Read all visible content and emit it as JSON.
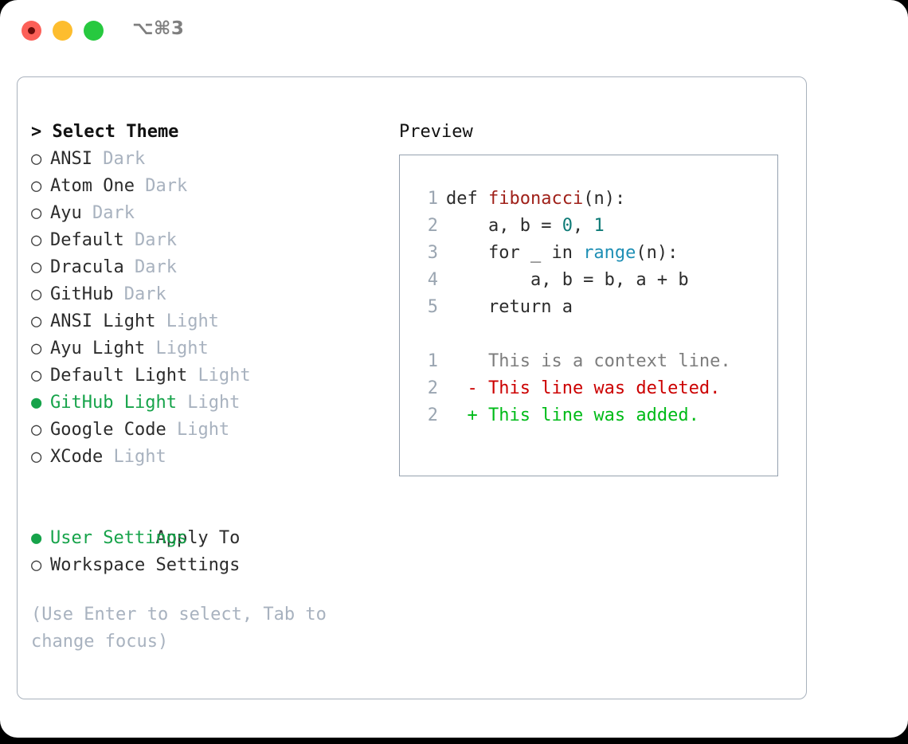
{
  "titlebar": {
    "shortcut": "⌥⌘3",
    "buttons": [
      "close",
      "minimize",
      "maximize"
    ]
  },
  "theme_list": {
    "header": "> Select Theme",
    "items": [
      {
        "marker": "○",
        "name": "ANSI",
        "tag": "Dark",
        "selected": false
      },
      {
        "marker": "○",
        "name": "Atom One",
        "tag": "Dark",
        "selected": false
      },
      {
        "marker": "○",
        "name": "Ayu",
        "tag": "Dark",
        "selected": false
      },
      {
        "marker": "○",
        "name": "Default",
        "tag": "Dark",
        "selected": false
      },
      {
        "marker": "○",
        "name": "Dracula",
        "tag": "Dark",
        "selected": false
      },
      {
        "marker": "○",
        "name": "GitHub",
        "tag": "Dark",
        "selected": false
      },
      {
        "marker": "○",
        "name": "ANSI Light",
        "tag": "Light",
        "selected": false
      },
      {
        "marker": "○",
        "name": "Ayu Light",
        "tag": "Light",
        "selected": false
      },
      {
        "marker": "○",
        "name": "Default Light",
        "tag": "Light",
        "selected": false
      },
      {
        "marker": "●",
        "name": "GitHub Light",
        "tag": "Light",
        "selected": true
      },
      {
        "marker": "○",
        "name": "Google Code",
        "tag": "Light",
        "selected": false
      },
      {
        "marker": "○",
        "name": "XCode",
        "tag": "Light",
        "selected": false
      }
    ]
  },
  "apply_to": {
    "header": "Apply To",
    "items": [
      {
        "marker": "●",
        "label": "User Settings",
        "selected": true
      },
      {
        "marker": "○",
        "label": "Workspace Settings",
        "selected": false
      }
    ]
  },
  "hint": "(Use Enter to select, Tab to change focus)",
  "preview": {
    "header": "Preview",
    "code": [
      {
        "num": "1",
        "segments": [
          {
            "text": "def ",
            "type": "plain"
          },
          {
            "text": "fibonacci",
            "type": "fn"
          },
          {
            "text": "(n):",
            "type": "plain"
          }
        ]
      },
      {
        "num": "2",
        "segments": [
          {
            "text": "    a, b = ",
            "type": "plain"
          },
          {
            "text": "0",
            "type": "num"
          },
          {
            "text": ", ",
            "type": "plain"
          },
          {
            "text": "1",
            "type": "num"
          }
        ]
      },
      {
        "num": "3",
        "segments": [
          {
            "text": "    for _ in ",
            "type": "plain"
          },
          {
            "text": "range",
            "type": "call"
          },
          {
            "text": "(n):",
            "type": "plain"
          }
        ]
      },
      {
        "num": "4",
        "segments": [
          {
            "text": "        a, b = b, a + b",
            "type": "plain"
          }
        ]
      },
      {
        "num": "5",
        "segments": [
          {
            "text": "    return a",
            "type": "plain"
          }
        ]
      }
    ],
    "diff": [
      {
        "num": "1",
        "sign": " ",
        "text": "This is a context line.",
        "type": "context"
      },
      {
        "num": "2",
        "sign": "-",
        "text": "This line was deleted.",
        "type": "deleted"
      },
      {
        "num": "2",
        "sign": "+",
        "text": "This line was added.",
        "type": "added"
      }
    ]
  },
  "colors": {
    "selected_green": "#16a34a",
    "muted": "#a8b2bf",
    "gutter": "#9aa5b1",
    "diff_deleted": "#cc0000",
    "diff_added": "#00bb18",
    "function_name": "#a0211a",
    "number_literal": "#0f7b77",
    "builtin_call": "#1f8fb5"
  }
}
